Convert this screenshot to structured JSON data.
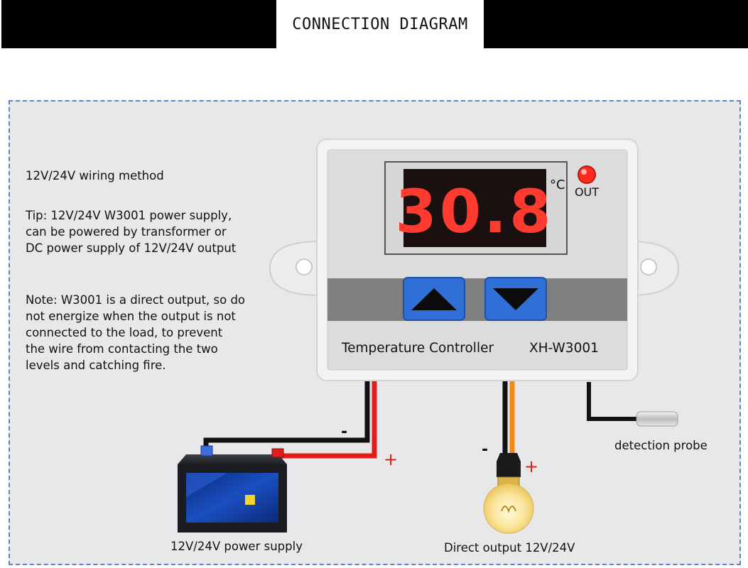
{
  "header": {
    "title": "CONNECTION DIAGRAM"
  },
  "notes": {
    "wiring_method": "12V/24V wiring method",
    "tip": "Tip: 12V/24V W3001 power supply,\ncan be powered by transformer or\nDC power supply of 12V/24V output",
    "note": "Note: W3001 is a direct output, so do\nnot energize when the output is not\nconnected to the load, to prevent\nthe wire from contacting the two\nlevels and catching fire."
  },
  "controller": {
    "display_value": "30.8",
    "unit": "°C",
    "out_label": "OUT",
    "name": "Temperature Controller",
    "model": "XH-W3001",
    "up_icon": "up-arrow-icon",
    "down_icon": "down-arrow-icon"
  },
  "labels": {
    "power_supply": "12V/24V power supply",
    "direct_output": "Direct output 12V/24V",
    "probe": "detection probe",
    "minus": "-",
    "plus": "+"
  },
  "colors": {
    "panel_border": "#5b86c2",
    "panel_bg": "#e8e8ea",
    "display_red": "#ff3b2f",
    "button_blue": "#2f6fd6",
    "wire_red": "#e21b1b",
    "wire_orange": "#f28a12",
    "wire_black": "#111111"
  }
}
